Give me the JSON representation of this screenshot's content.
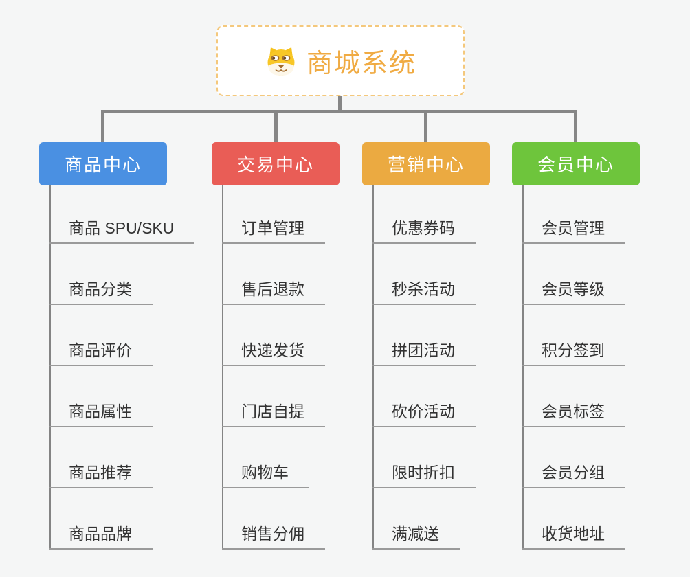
{
  "root": {
    "title": "商城系统",
    "icon": "dog-face-icon",
    "title_color": "#f0ab43",
    "border_color": "#f4c87c"
  },
  "connectors": {
    "line_color": "#868686",
    "underline_color": "#9a9a9a"
  },
  "branches": [
    {
      "label": "商品中心",
      "color": "#4a90e2",
      "items": [
        "商品 SPU/SKU",
        "商品分类",
        "商品评价",
        "商品属性",
        "商品推荐",
        "商品品牌"
      ]
    },
    {
      "label": "交易中心",
      "color": "#e95d56",
      "items": [
        "订单管理",
        "售后退款",
        "快递发货",
        "门店自提",
        "购物车",
        "销售分佣"
      ]
    },
    {
      "label": "营销中心",
      "color": "#ebaa41",
      "items": [
        "优惠券码",
        "秒杀活动",
        "拼团活动",
        "砍价活动",
        "限时折扣",
        "满减送"
      ]
    },
    {
      "label": "会员中心",
      "color": "#6ec53c",
      "items": [
        "会员管理",
        "会员等级",
        "积分签到",
        "会员标签",
        "会员分组",
        "收货地址"
      ]
    }
  ]
}
